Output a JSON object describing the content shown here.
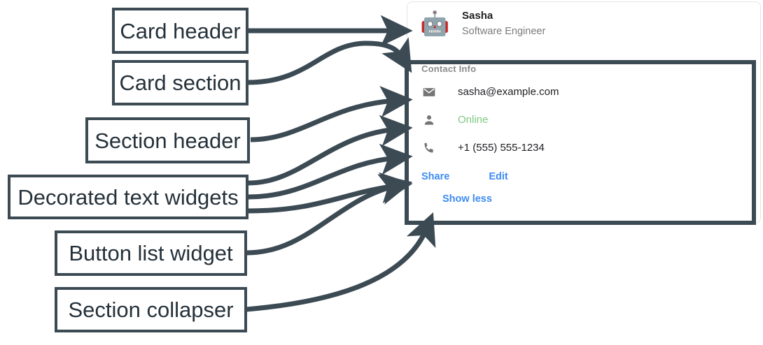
{
  "annotations": [
    {
      "id": "card-header",
      "label": "Card header"
    },
    {
      "id": "card-section",
      "label": "Card section"
    },
    {
      "id": "section-header",
      "label": "Section header"
    },
    {
      "id": "decorated-text",
      "label": "Decorated text widgets"
    },
    {
      "id": "button-list",
      "label": "Button list widget"
    },
    {
      "id": "section-collapser",
      "label": "Section collapser"
    }
  ],
  "card": {
    "header": {
      "avatar_icon": "robot-avatar-icon",
      "avatar_glyph": "🤖",
      "name": "Sasha",
      "subtitle": "Software Engineer"
    },
    "section": {
      "title": "Contact Info",
      "rows": [
        {
          "icon": "email-icon",
          "text": "sasha@example.com",
          "status": false
        },
        {
          "icon": "person-icon",
          "text": "Online",
          "status": true
        },
        {
          "icon": "phone-icon",
          "text": "+1 (555) 555-1234",
          "status": false
        }
      ],
      "buttons": [
        {
          "label": "Share"
        },
        {
          "label": "Edit"
        }
      ],
      "collapser": {
        "label": "Show less"
      }
    }
  },
  "colors": {
    "annotation_stroke": "#3c4a54",
    "link_blue": "#3d8bf2",
    "status_green": "#81c784",
    "muted_gray": "#8a8a8a",
    "card_border": "#e4e4e4"
  }
}
